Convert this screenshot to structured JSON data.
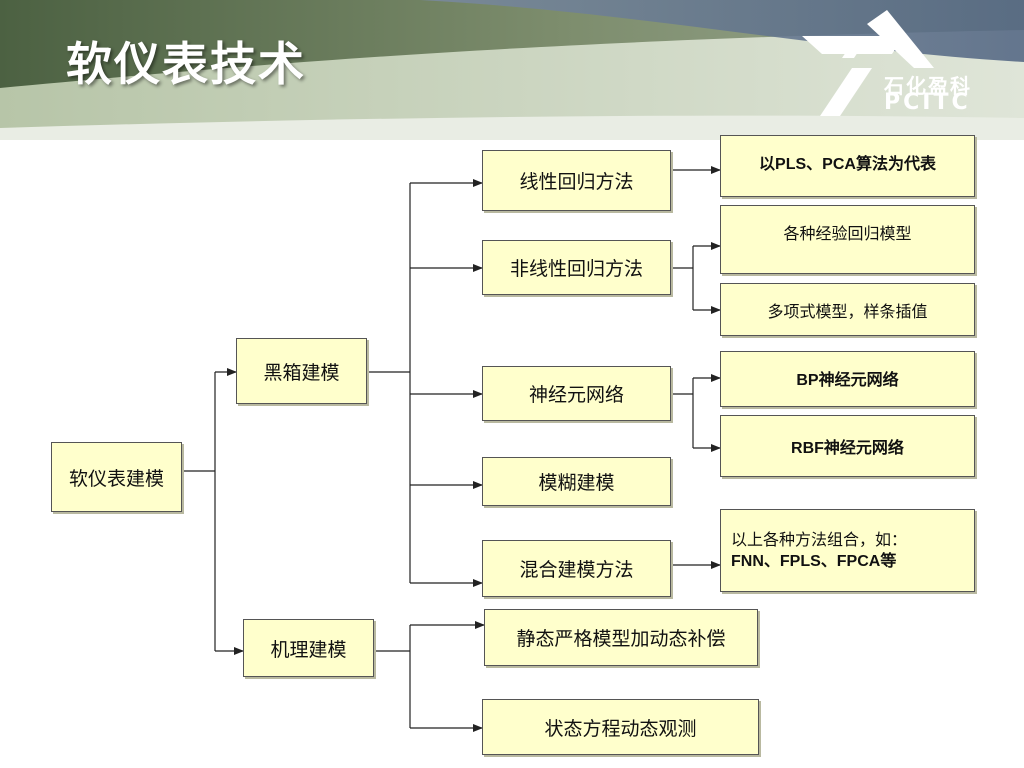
{
  "slide": {
    "title": "软仪表技术",
    "banner_colors": [
      "#4f6345",
      "#7f8f70",
      "#b3c2a6",
      "#5b6e8c"
    ]
  },
  "logo": {
    "cn_text": "石化盈科",
    "en_text": "PCITC",
    "icon": "pcitc-arrow-logo-icon"
  },
  "diagram": {
    "root": "软仪表建模",
    "branches": [
      {
        "label": "黑箱建模",
        "children": [
          {
            "label": "线性回归方法",
            "details": [
              "以PLS、PCA算法为代表"
            ]
          },
          {
            "label": "非线性回归方法",
            "details": [
              "各种经验回归模型",
              "多项式模型，样条插值"
            ]
          },
          {
            "label": "神经元网络",
            "details": [
              "BP神经元网络",
              "RBF神经元网络"
            ]
          },
          {
            "label": "模糊建模",
            "details": []
          },
          {
            "label": "混合建模方法",
            "details": [
              "以上各种方法组合，如：",
              "FNN、FPLS、FPCA等"
            ]
          }
        ]
      },
      {
        "label": "机理建模",
        "children": [
          {
            "label": "静态严格模型加动态补偿",
            "details": []
          },
          {
            "label": "状态方程动态观测",
            "details": []
          }
        ]
      }
    ]
  },
  "colors": {
    "box_fill": "#ffffcc",
    "box_border": "#555555",
    "connector": "#222222"
  }
}
